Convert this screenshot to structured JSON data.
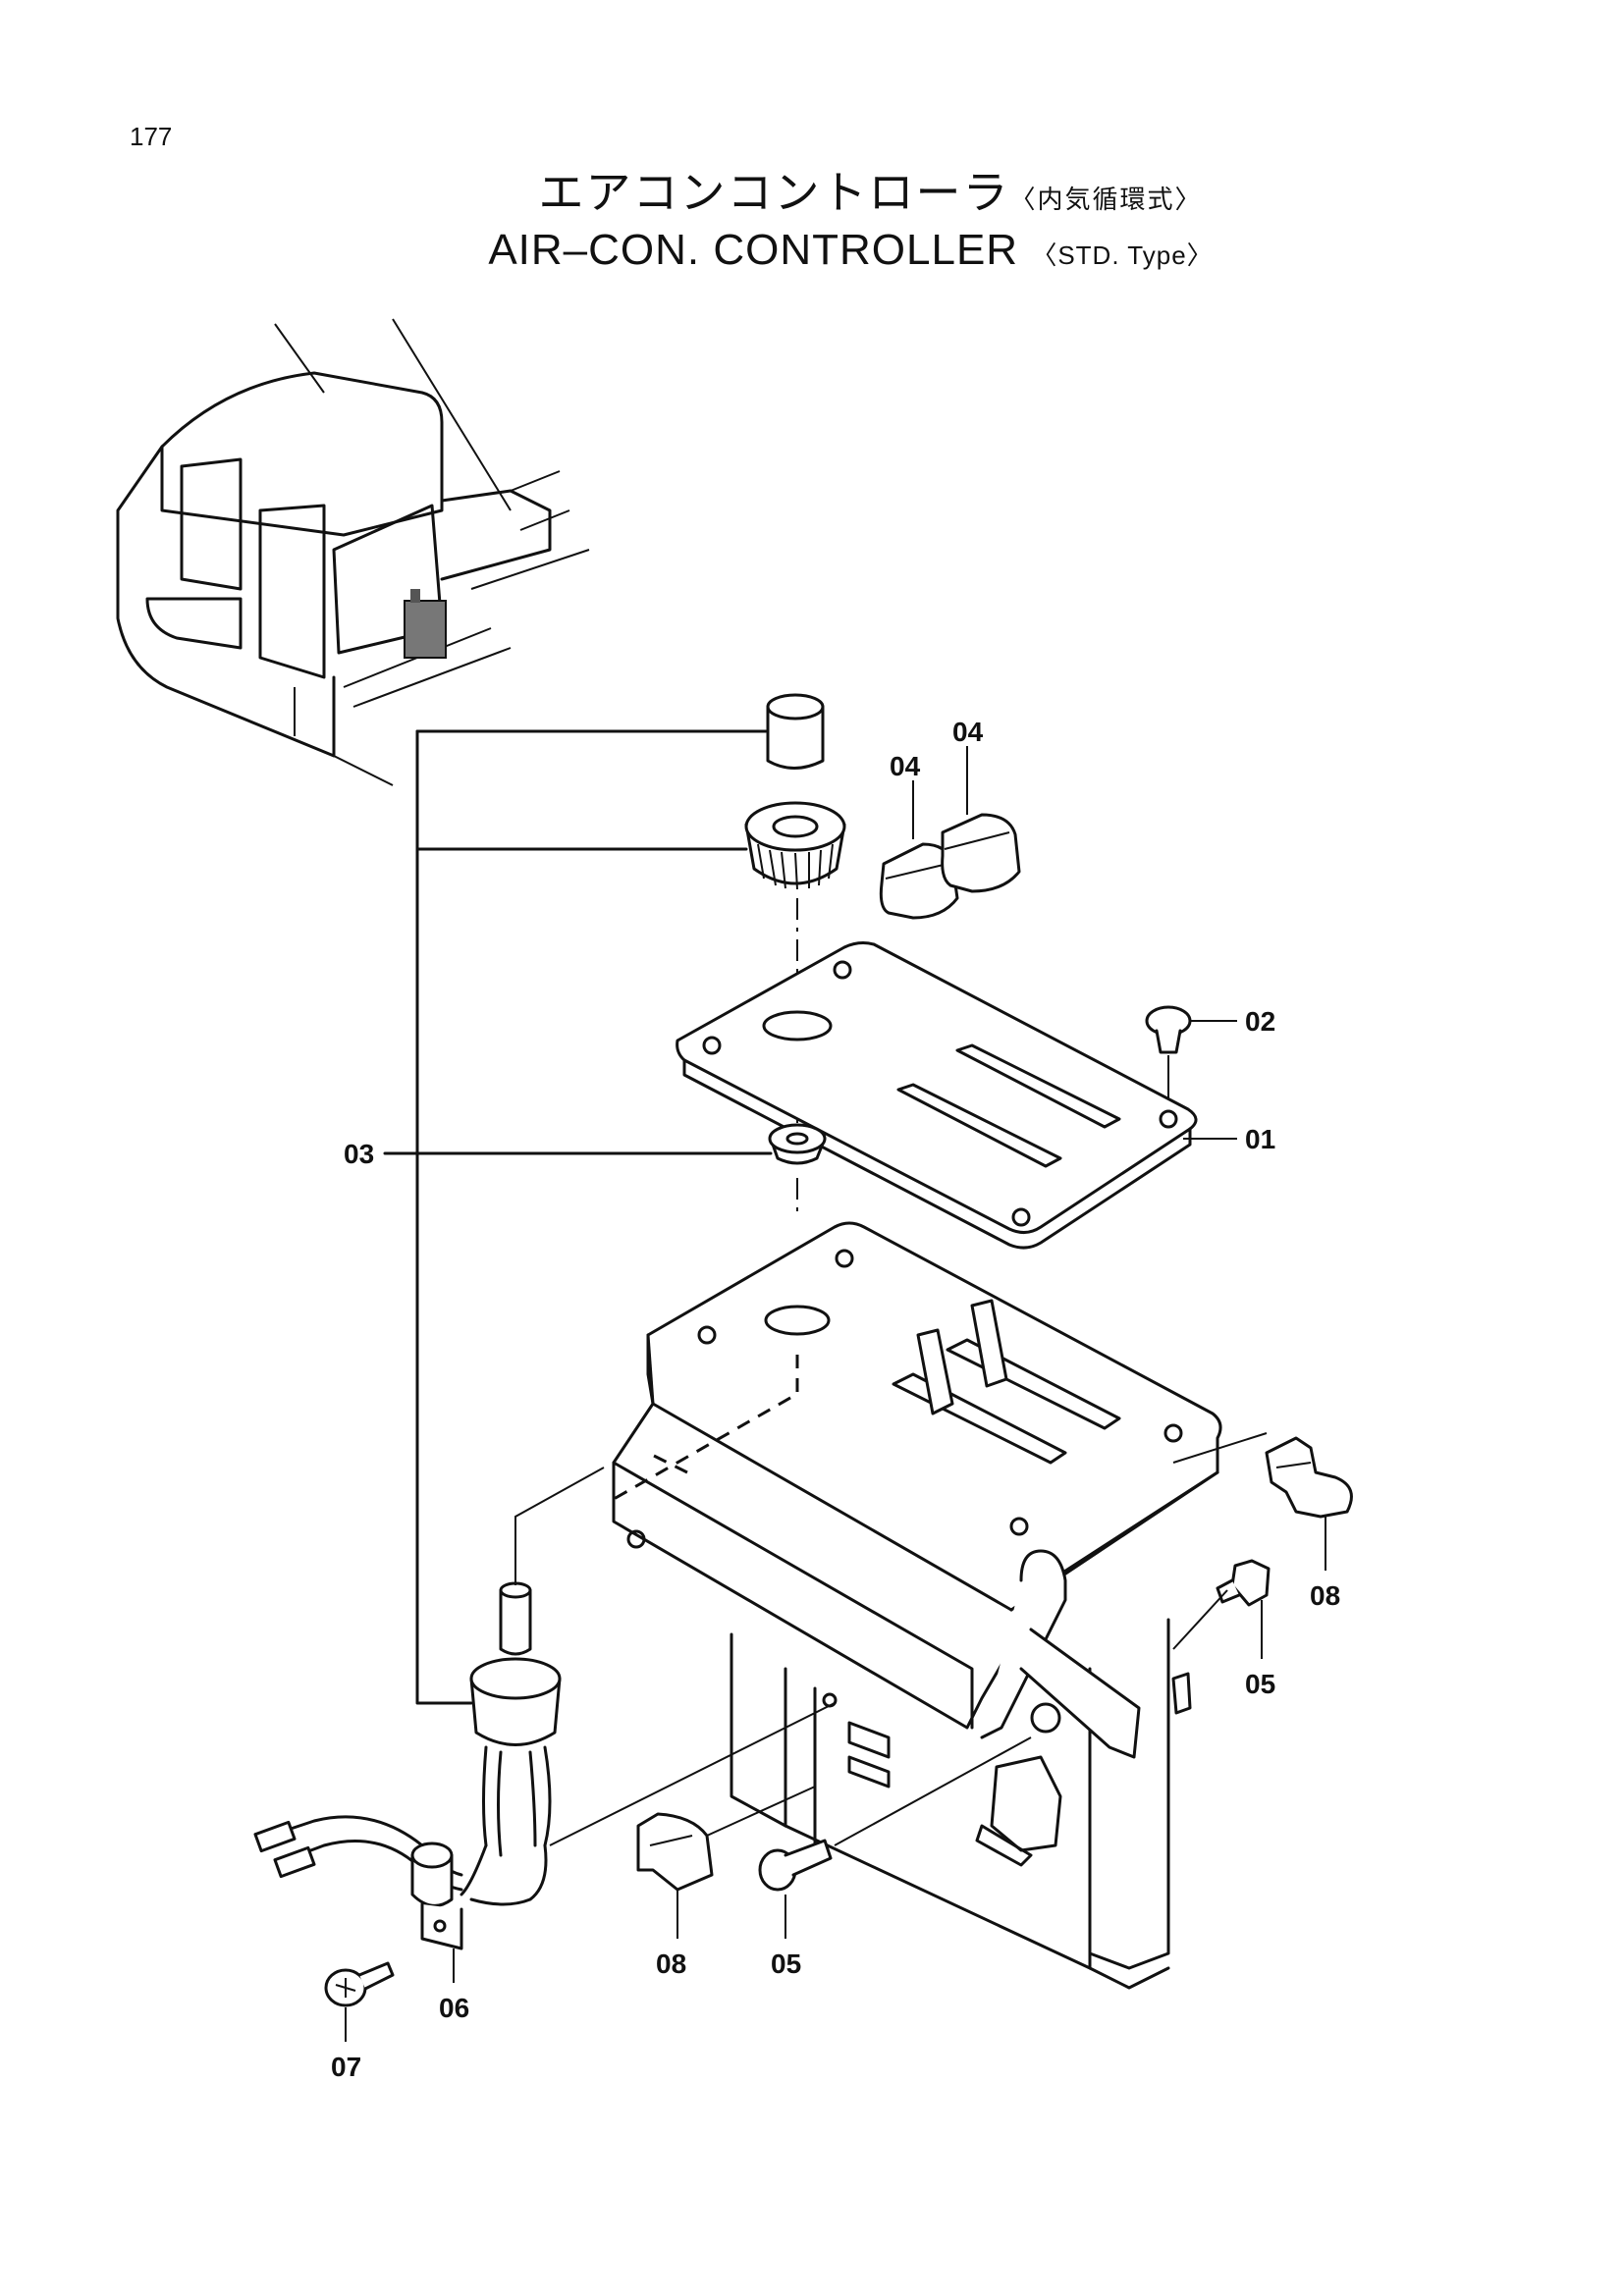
{
  "page_number": "177",
  "title": {
    "jp_main": "エアコンコントローラ",
    "jp_sub": "〈内気循環式〉",
    "en_main": "AIR–CON.  CONTROLLER",
    "en_sub": "〈STD. Type〉"
  },
  "callouts": {
    "c01": "01",
    "c02": "02",
    "c03": "03",
    "c04a": "04",
    "c04b": "04",
    "c05a": "05",
    "c05b": "05",
    "c06": "06",
    "c07": "07",
    "c08a": "08",
    "c08b": "08"
  }
}
